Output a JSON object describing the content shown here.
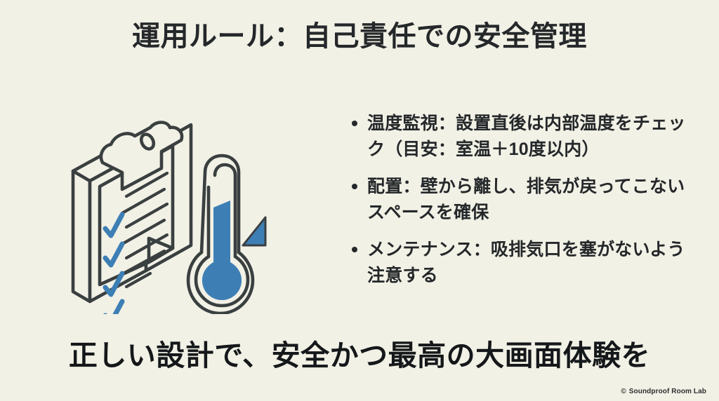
{
  "slide": {
    "title": "運用ルール：自己責任での安全管理",
    "bottom_heading": "正しい設計で、安全かつ最高の大画面体験を",
    "background_color": "#f2f1e6",
    "title_color": "#25282a",
    "accent_blue": "#3d7fb5",
    "outline_color": "#3a3f40"
  },
  "bullets": [
    {
      "text": "温度監視：設置直後は内部温度をチェック（目安：室温＋10度以内）"
    },
    {
      "text": "配置：壁から離し、排気が戻ってこないスペースを確保"
    },
    {
      "text": "メンテナンス：吸排気口を塞がないよう注意する"
    }
  ],
  "illustration": {
    "name": "clipboard-checklist-and-thermometer",
    "clipboard": {
      "checkmark_count": 4,
      "checkmark_color": "#3d7fb5",
      "line_count": 8,
      "line_color": "#3a3f40"
    },
    "thermometer": {
      "fill_color": "#3d7fb5",
      "fill_level_percent": 55,
      "pointer": "triangle-pointer"
    }
  },
  "footer": {
    "copyright_symbol": "©",
    "credit": "Soundproof Room Lab"
  }
}
